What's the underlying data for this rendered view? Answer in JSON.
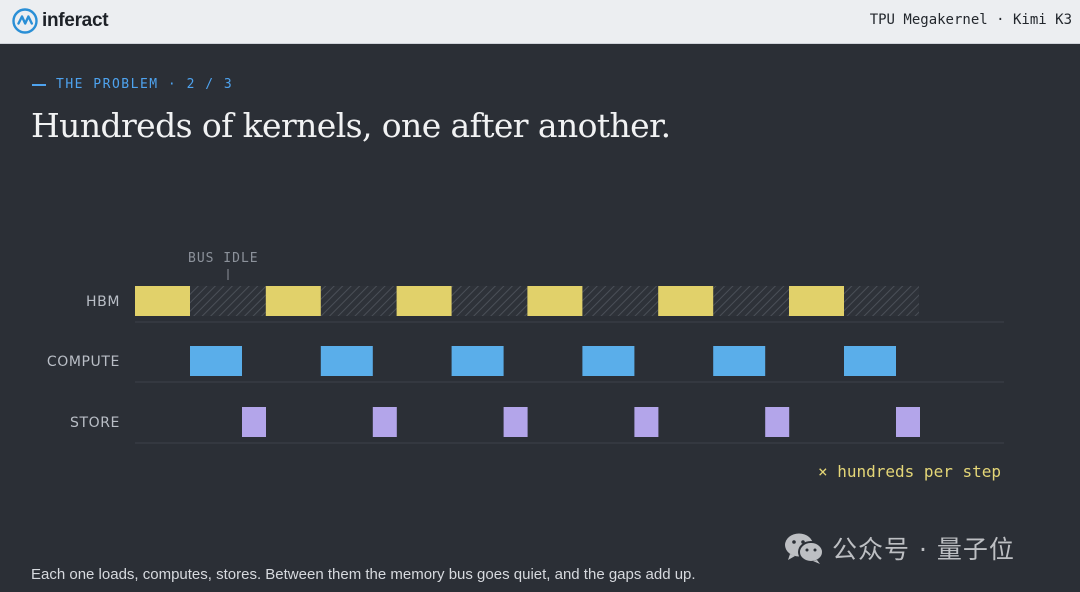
{
  "header": {
    "brand": "inferact",
    "logo_icon": "wave-in-circle-icon",
    "doc_title": "TPU Megakernel · Kimi K3"
  },
  "eyebrow": {
    "section": "THE PROBLEM",
    "separator": "·",
    "progress": "2 / 3"
  },
  "headline": "Hundreds of kernels, one after another.",
  "diagram": {
    "tracks": [
      {
        "name": "HBM",
        "label": "HBM",
        "color": "#e1d16a"
      },
      {
        "name": "COMPUTE",
        "label": "COMPUTE",
        "color": "#5aaeea"
      },
      {
        "name": "STORE",
        "label": "STORE",
        "color": "#b3a5ea"
      }
    ],
    "kernel_count": 6,
    "idle_label": "BUS IDLE",
    "idle_fill": "hatched",
    "repeat_note": "× hundreds per step",
    "note_color": "#e4d677"
  },
  "caption": "Each one loads, computes, stores. Between them the memory bus goes quiet, and the gaps add up.",
  "watermark": {
    "icon": "wechat-icon",
    "text": "公众号 · 量子位"
  }
}
